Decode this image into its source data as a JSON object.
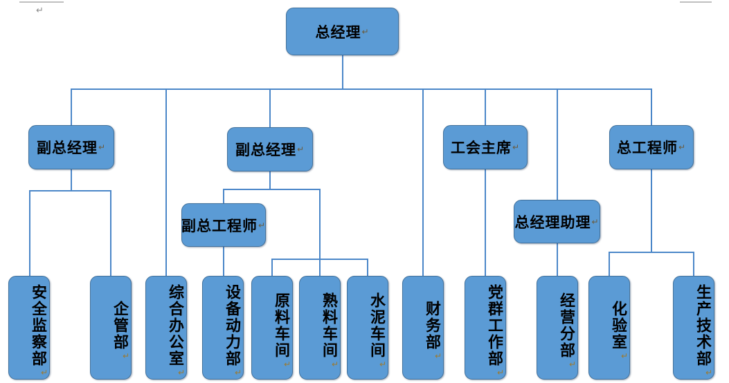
{
  "document": {
    "title": "公司组织结构图",
    "paragraph_mark": "↵",
    "vertical_paragraph_mark": "↵",
    "colors": {
      "node_fill": "#5b9bd5",
      "node_border": "#41719c",
      "connector": "#4a86c8",
      "text": "#000000",
      "page_guide": "#bfbfbf",
      "paragraph_mark": "#9c7a30",
      "background": "#ffffff"
    }
  },
  "chart_data": {
    "type": "diagram",
    "subtype": "organization-chart",
    "title": "总经理",
    "orientation": "top-down",
    "levels": 4,
    "node_count": 19,
    "nodes": [
      {
        "id": "gm",
        "label": "总经理",
        "level": 1,
        "parent": null,
        "text_orientation": "horizontal"
      },
      {
        "id": "dgm1",
        "label": "副总经理",
        "level": 2,
        "parent": "gm",
        "text_orientation": "horizontal"
      },
      {
        "id": "dgm2",
        "label": "副总经理",
        "level": 2,
        "parent": "gm",
        "text_orientation": "horizontal"
      },
      {
        "id": "union",
        "label": "工会主席",
        "level": 2,
        "parent": "gm",
        "text_orientation": "horizontal"
      },
      {
        "id": "chiefeng",
        "label": "总工程师",
        "level": 2,
        "parent": "gm",
        "text_orientation": "horizontal"
      },
      {
        "id": "dce",
        "label": "副总工程师",
        "level": 3,
        "parent": "dgm2",
        "text_orientation": "horizontal"
      },
      {
        "id": "gma",
        "label": "总经理助理",
        "level": 3,
        "parent": "gm",
        "text_orientation": "horizontal"
      },
      {
        "id": "safety",
        "label": "安全监察部",
        "level": 4,
        "parent": "dgm1",
        "text_orientation": "vertical"
      },
      {
        "id": "entmgmt",
        "label": "企管部",
        "level": 4,
        "parent": "dgm1",
        "text_orientation": "vertical"
      },
      {
        "id": "gao",
        "label": "综合办公室",
        "level": 4,
        "parent": "gm",
        "text_orientation": "vertical"
      },
      {
        "id": "equip",
        "label": "设备动力部",
        "level": 4,
        "parent": "dce",
        "text_orientation": "vertical"
      },
      {
        "id": "rawmat",
        "label": "原料车间",
        "level": 4,
        "parent": "dgm2",
        "text_orientation": "vertical"
      },
      {
        "id": "clinker",
        "label": "熟料车间",
        "level": 4,
        "parent": "dgm2",
        "text_orientation": "vertical"
      },
      {
        "id": "cement",
        "label": "水泥车间",
        "level": 4,
        "parent": "dgm2",
        "text_orientation": "vertical"
      },
      {
        "id": "finance",
        "label": "财务部",
        "level": 4,
        "parent": "gm",
        "text_orientation": "vertical"
      },
      {
        "id": "party",
        "label": "党群工作部",
        "level": 4,
        "parent": "union",
        "text_orientation": "vertical"
      },
      {
        "id": "biz",
        "label": "经营分部",
        "level": 4,
        "parent": "gma",
        "text_orientation": "vertical"
      },
      {
        "id": "lab",
        "label": "化验室",
        "level": 4,
        "parent": "chiefeng",
        "text_orientation": "vertical"
      },
      {
        "id": "prodtech",
        "label": "生产技术部",
        "level": 4,
        "parent": "chiefeng",
        "text_orientation": "vertical"
      }
    ]
  }
}
